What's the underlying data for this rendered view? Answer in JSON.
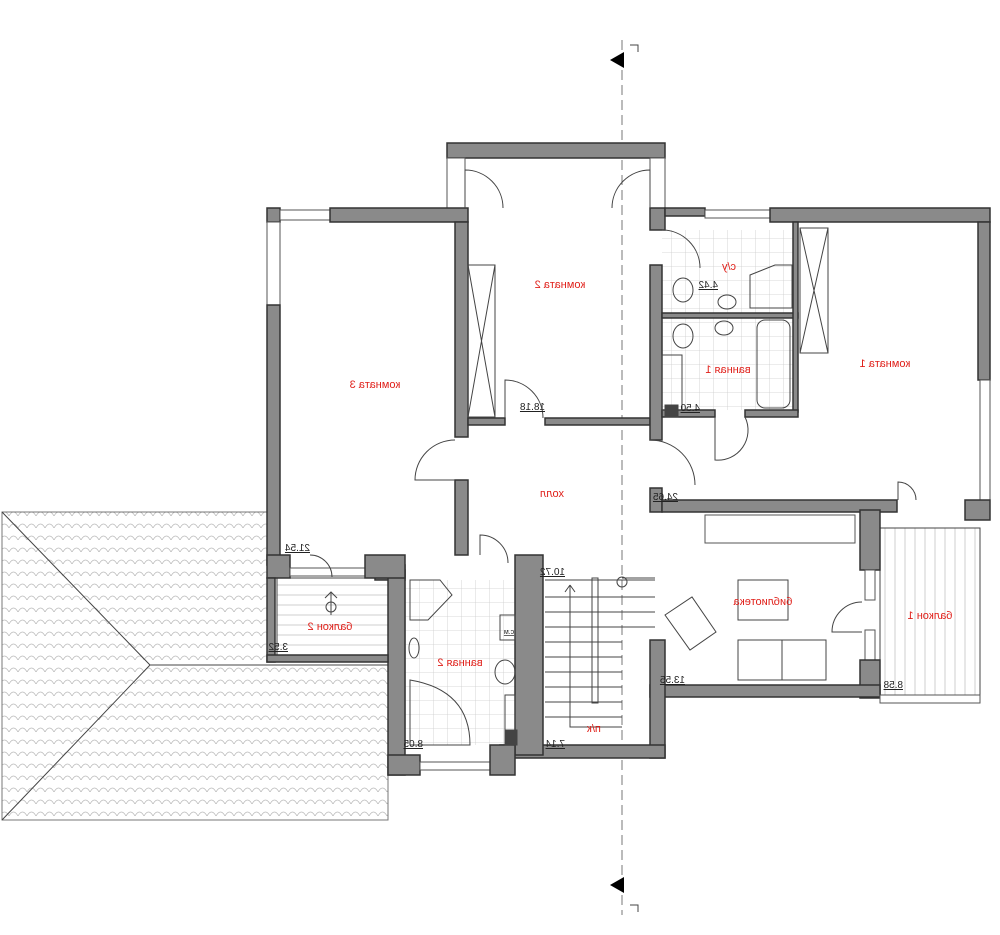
{
  "plan": {
    "rooms": {
      "room1": "комната 1",
      "room2": "комната 2",
      "room3": "комната 3",
      "wc": "с/у",
      "bath1": "ванная 1",
      "bath2": "ванная 2",
      "hall": "холл",
      "library": "библиотека",
      "balcony1": "балкон 1",
      "balcony2": "балкон 2",
      "stairs": "п/к",
      "washer": "с.м"
    },
    "areas": {
      "room1": "24.65",
      "room2": "18.18",
      "room3": "21.54",
      "wc": "4.42",
      "bath1": "4.50",
      "bath2": "8.05",
      "hall": "10.72",
      "library": "13.55",
      "balcony1": "8.58",
      "balcony2": "3.52",
      "stairs": "7.14"
    },
    "text_mirrored": true,
    "colors": {
      "label": "#e0201a",
      "wall": "#8a8a8a"
    }
  }
}
